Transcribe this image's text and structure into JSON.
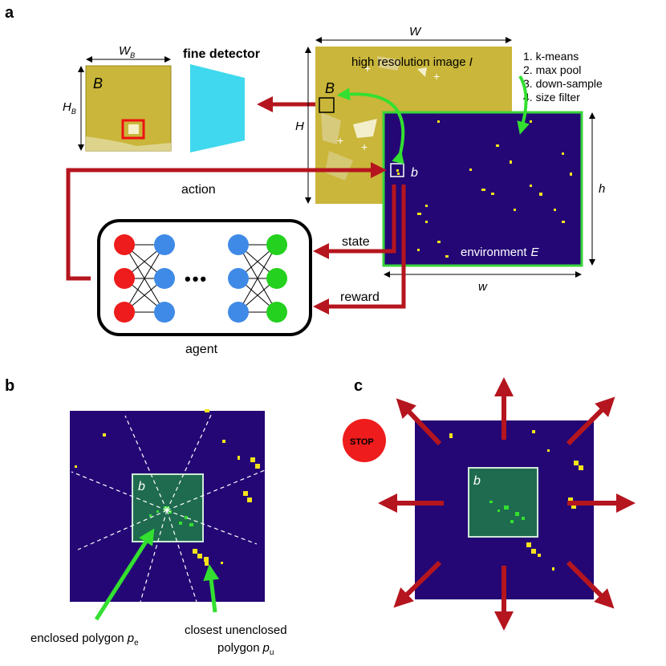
{
  "panels": {
    "a": "a",
    "b": "b",
    "c": "c"
  },
  "panel_a": {
    "fine_detector": "fine detector",
    "bbox_big": "B",
    "bbox_big_tile": "B",
    "dim_WB_main": "W",
    "dim_WB_sub": "B",
    "dim_HB_main": "H",
    "dim_HB_sub": "B",
    "dim_W": "W",
    "dim_H": "H",
    "dim_w": "w",
    "dim_h": "h",
    "image_label": "high resolution image",
    "image_symbol": "I",
    "steps": [
      "1. k-means",
      "2. max pool",
      "3. down-sample",
      "4. size filter"
    ],
    "small_b": "b",
    "env_label": "environment",
    "env_symbol": "E",
    "action": "action",
    "state": "state",
    "reward": "reward",
    "agent": "agent",
    "dots": "•••"
  },
  "panel_b": {
    "box_label": "b",
    "enclosed_label": "enclosed polygon",
    "enclosed_sym": "p",
    "enclosed_sub": "e",
    "closest_line1": "closest unenclosed",
    "closest_line2": "polygon",
    "closest_sym": "p",
    "closest_sub": "u"
  },
  "panel_c": {
    "box_label": "b",
    "stop": "STOP"
  },
  "colors": {
    "env_blue": "#240775",
    "flake_yellow": "#f5e31a",
    "box_green": "#1f6b4f",
    "arrow_red": "#b5151e",
    "green_arrow": "#33e030",
    "cyan": "#3fd8ee",
    "node_red": "#ee1c1c",
    "node_blue": "#3f8ae6",
    "node_green": "#23d11e",
    "gold": "#c9b63a"
  }
}
